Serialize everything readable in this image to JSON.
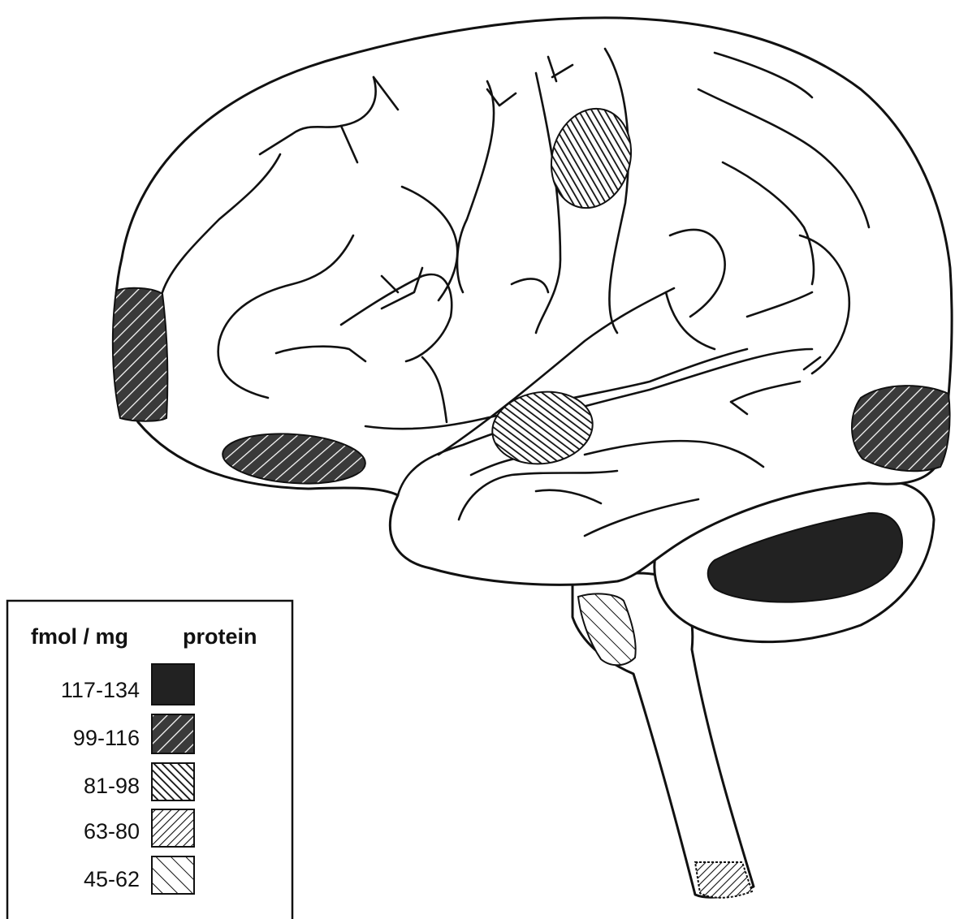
{
  "legend": {
    "unit_label": "fmol / mg",
    "unit_suffix": "protein",
    "ranges": [
      {
        "label": "117-134",
        "pattern": "solid"
      },
      {
        "label": "99-116",
        "pattern": "dark-diagonal"
      },
      {
        "label": "81-98",
        "pattern": "dense-backslash"
      },
      {
        "label": "63-80",
        "pattern": "fine-diagonal"
      },
      {
        "label": "45-62",
        "pattern": "sparse-backslash"
      }
    ]
  },
  "regions": [
    {
      "id": "frontal-pole",
      "range": "99-116"
    },
    {
      "id": "orbitofrontal",
      "range": "99-116"
    },
    {
      "id": "precentral",
      "range": "81-98"
    },
    {
      "id": "insula",
      "range": "81-98"
    },
    {
      "id": "occipital",
      "range": "99-116"
    },
    {
      "id": "cerebellum",
      "range": "117-134"
    },
    {
      "id": "pons",
      "range": "45-62"
    },
    {
      "id": "medulla",
      "range": "63-80"
    }
  ],
  "colors": {
    "ink": "#111111",
    "paper": "#ffffff"
  }
}
